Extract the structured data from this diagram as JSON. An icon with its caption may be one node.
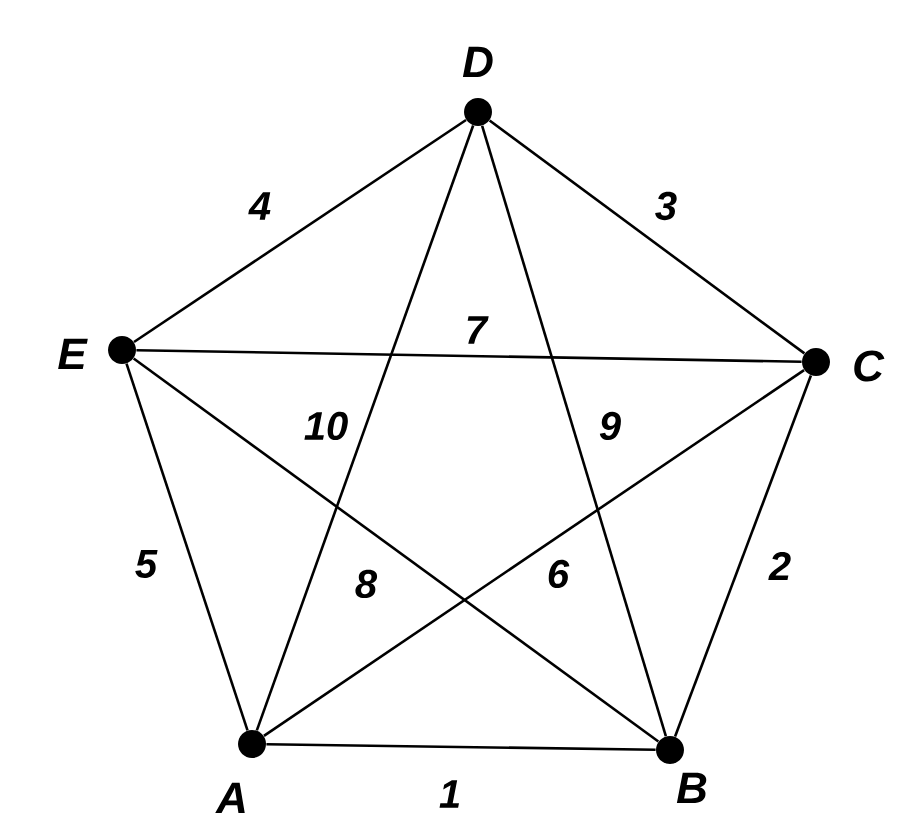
{
  "diagram": {
    "nodes": [
      {
        "text": [],
        "shape": "circle",
        "beside": [
          "D"
        ]
      },
      {
        "text": [],
        "shape": "circle",
        "beside": [
          "E"
        ]
      },
      {
        "text": [],
        "shape": "circle",
        "beside": [
          "C"
        ]
      },
      {
        "text": [],
        "shape": "circle",
        "beside": [
          "A"
        ]
      },
      {
        "text": [],
        "shape": "circle",
        "beside": [
          "B"
        ]
      }
    ],
    "edges": [
      {
        "from": 3,
        "to": 4,
        "arrow": "none",
        "label": "1"
      },
      {
        "from": 4,
        "to": 2,
        "arrow": "none",
        "label": "2"
      },
      {
        "from": 2,
        "to": 0,
        "arrow": "none",
        "label": "3"
      },
      {
        "from": 0,
        "to": 1,
        "arrow": "none",
        "label": "4"
      },
      {
        "from": 1,
        "to": 3,
        "arrow": "none",
        "label": "5"
      },
      {
        "from": 3,
        "to": 2,
        "arrow": "none",
        "label": "6"
      },
      {
        "from": 1,
        "to": 2,
        "arrow": "none",
        "label": "7"
      },
      {
        "from": 1,
        "to": 4,
        "arrow": "none",
        "label": "8"
      },
      {
        "from": 4,
        "to": 0,
        "arrow": "none",
        "label": "9"
      },
      {
        "from": 0,
        "to": 3,
        "arrow": "none",
        "label": "10"
      }
    ]
  }
}
